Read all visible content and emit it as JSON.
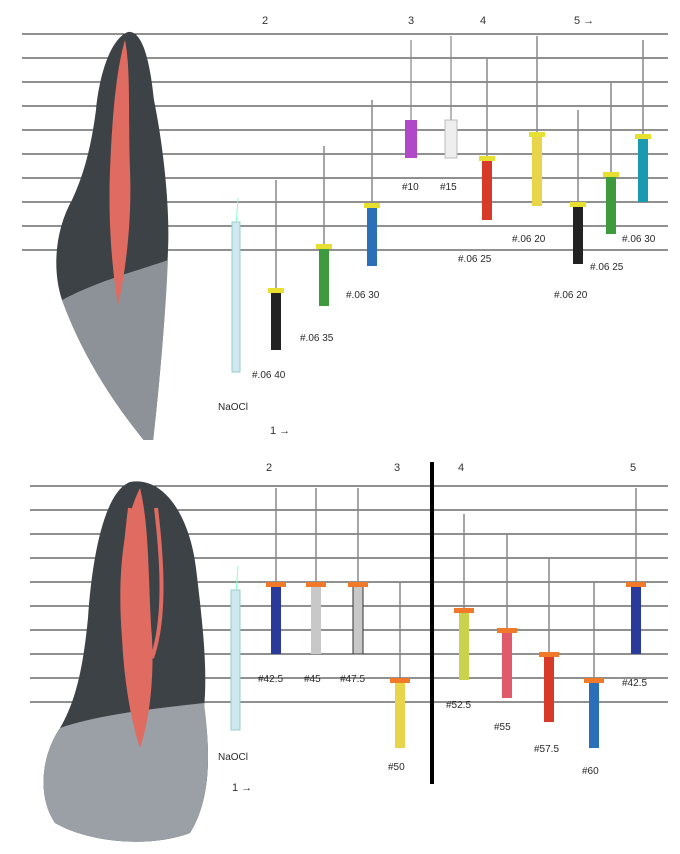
{
  "top_panel": {
    "step_labels": [
      "2",
      "3",
      "4",
      "5 →",
      "1 →"
    ],
    "file_labels": [
      "NaOCl",
      "#.06 40",
      "#.06 35",
      "#.06 30",
      "#10",
      "#15",
      "#.06 25",
      "#.06 20",
      "#.06 20",
      "#.06 25",
      "#.06 30"
    ]
  },
  "bottom_panel": {
    "step_labels": [
      "2",
      "3",
      "4",
      "5",
      "1 →"
    ],
    "file_labels": [
      "NaOCl",
      "#42.5",
      "#45",
      "#47.5",
      "#50",
      "#52.5",
      "#55",
      "#57.5",
      "#60",
      "#42.5"
    ]
  },
  "colors": {
    "root_canal": "#e06b60",
    "tooth_dark": "#3d4247",
    "tooth_light": "#9aa0a6",
    "stopper": "#e8e030",
    "stopper_orange": "#f07a2a",
    "handle_purple": "#b048c8",
    "handle_white": "#eeeeee",
    "handle_red": "#d83a2a",
    "handle_yellow": "#e8d54a",
    "handle_black": "#222222",
    "handle_green": "#3d9a3d",
    "handle_blue": "#2a6fb8",
    "handle_navy": "#2a3a9a",
    "handle_cyan": "#1a9ab0",
    "handle_grey": "#c8c8c8",
    "handle_pink": "#e05a6a",
    "handle_lime": "#c8d24a"
  }
}
